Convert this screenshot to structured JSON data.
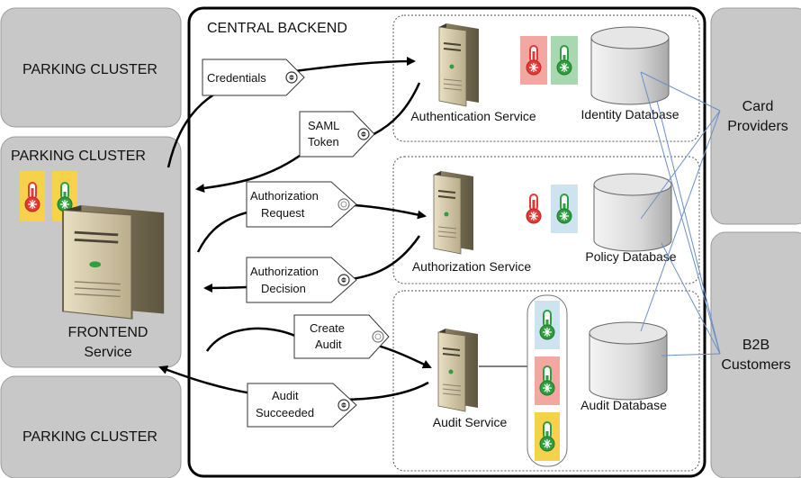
{
  "clusters": {
    "top": "PARKING CLUSTER",
    "middle": "PARKING CLUSTER",
    "bottom": "PARKING CLUSTER"
  },
  "frontend": {
    "line1": "FRONTEND",
    "line2": "Service"
  },
  "backend": {
    "title": "CENTRAL BACKEND"
  },
  "services": {
    "authentication": "Authentication Service",
    "authorization": "Authorization Service",
    "audit": "Audit Service"
  },
  "databases": {
    "identity": "Identity Database",
    "policy": "Policy Database",
    "audit": "Audit Database"
  },
  "external": {
    "card_line1": "Card",
    "card_line2": "Providers",
    "b2b_line1": "B2B",
    "b2b_line2": "Customers"
  },
  "messages": {
    "credentials": "Credentials",
    "saml_line1": "SAML",
    "saml_line2": "Token",
    "authz_req_line1": "Authorization",
    "authz_req_line2": "Request",
    "authz_dec_line1": "Authorization",
    "authz_dec_line2": "Decision",
    "create_audit_line1": "Create",
    "create_audit_line2": "Audit",
    "audit_succ_line1": "Audit",
    "audit_succ_line2": "Succeeded"
  },
  "colors": {
    "cluster_fill": "#c8c8c8",
    "status_red": "#e53935",
    "status_green": "#2e9e3f",
    "bg_red": "#f2a8a0",
    "bg_green": "#a8d8b0",
    "bg_yellow": "#f5d24a",
    "bg_blue": "#cde3ef",
    "link_blue": "#6a8fc8"
  }
}
